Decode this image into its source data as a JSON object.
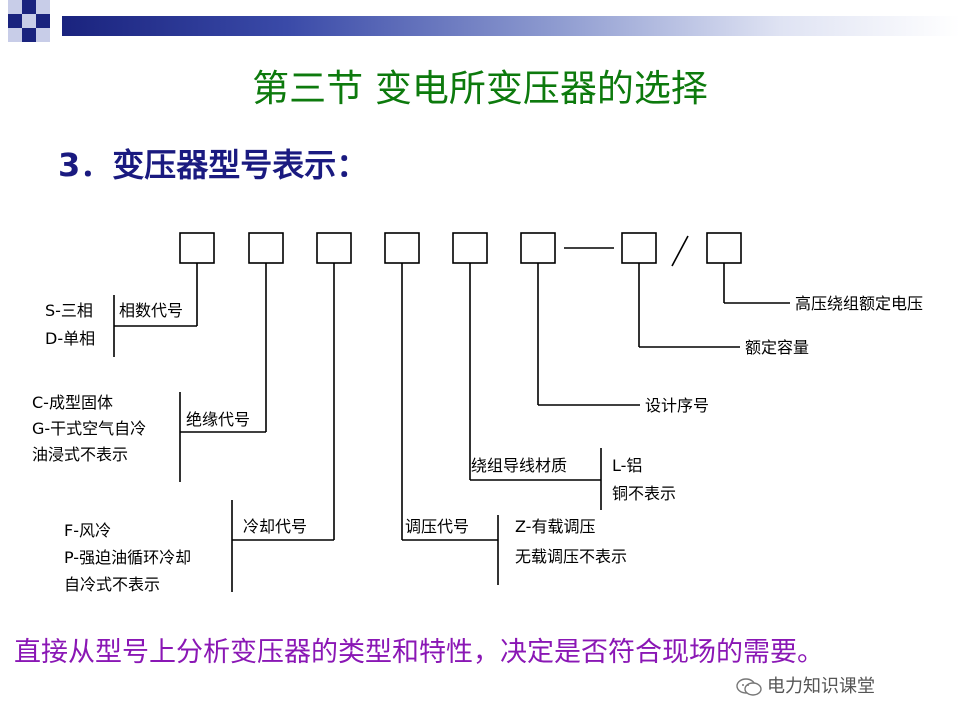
{
  "title": "第三节 变电所变压器的选择",
  "subtitle": "3．变压器型号表示：",
  "labels": {
    "phase_options_1": "S-三相",
    "phase_options_2": "D-单相",
    "phase_code": "相数代号",
    "insul_options_1": "C-成型固体",
    "insul_options_2": "G-干式空气自冷",
    "insul_options_3": "油浸式不表示",
    "insul_code": "绝缘代号",
    "cool_options_1": "F-风冷",
    "cool_options_2": "P-强迫油循环冷却",
    "cool_options_3": "自冷式不表示",
    "cool_code": "冷却代号",
    "regulation_code": "调压代号",
    "regulation_options_1": "Z-有载调压",
    "regulation_options_2": "无载调压不表示",
    "winding_material_code": "绕组导线材质",
    "winding_options_1": "L-铝",
    "winding_options_2": "铜不表示",
    "design_serial": "设计序号",
    "rated_capacity": "额定容量",
    "hv_rated_voltage": "高压绕组额定电压"
  },
  "footer_text": "直接从型号上分析变压器的类型和特性，决定是否符合现场的需要。",
  "watermark": "电力知识课堂",
  "colors": {
    "title": "#0d7a0d",
    "subtitle": "#1a1a80",
    "footer": "#8a17b5",
    "bar_start": "#1a237e"
  }
}
